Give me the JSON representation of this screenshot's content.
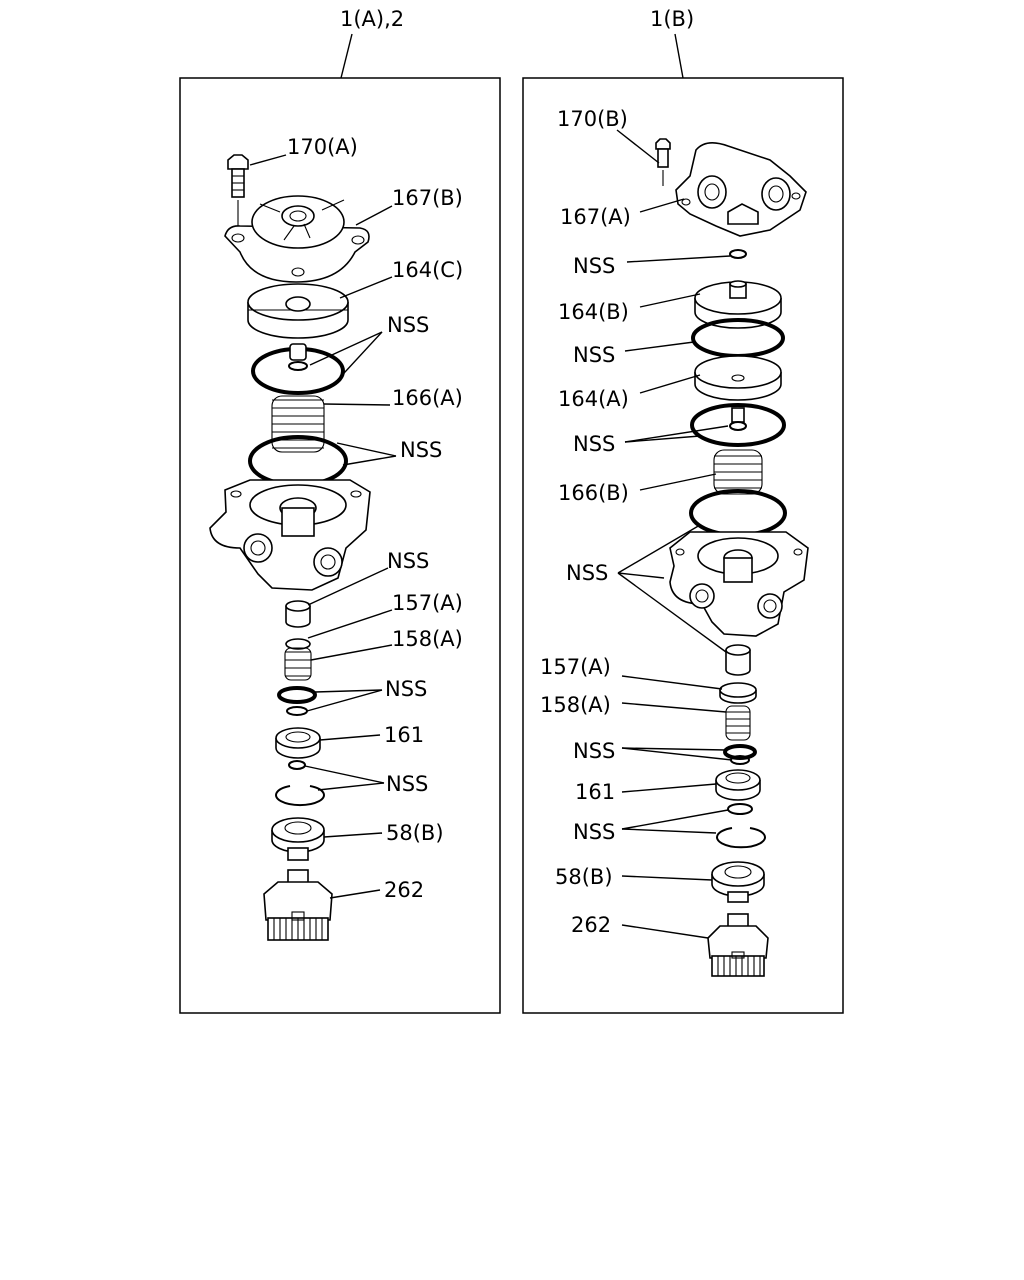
{
  "panels": [
    {
      "title": "1(A),2",
      "callouts": [
        "170(A)",
        "167(B)",
        "164(C)",
        "NSS",
        "166(A)",
        "NSS",
        "NSS",
        "157(A)",
        "158(A)",
        "NSS",
        "161",
        "NSS",
        "58(B)",
        "262"
      ]
    },
    {
      "title": "1(B)",
      "callouts": [
        "170(B)",
        "167(A)",
        "NSS",
        "164(B)",
        "NSS",
        "164(A)",
        "NSS",
        "166(B)",
        "NSS",
        "157(A)",
        "158(A)",
        "NSS",
        "161",
        "NSS",
        "58(B)",
        "262"
      ]
    }
  ],
  "icons": [
    "bolt-icon",
    "cover-icon",
    "diaphragm-icon",
    "o-ring-icon",
    "spring-icon",
    "valve-body-icon",
    "piston-icon",
    "valve-seat-icon",
    "snap-ring-icon",
    "cap-icon"
  ]
}
